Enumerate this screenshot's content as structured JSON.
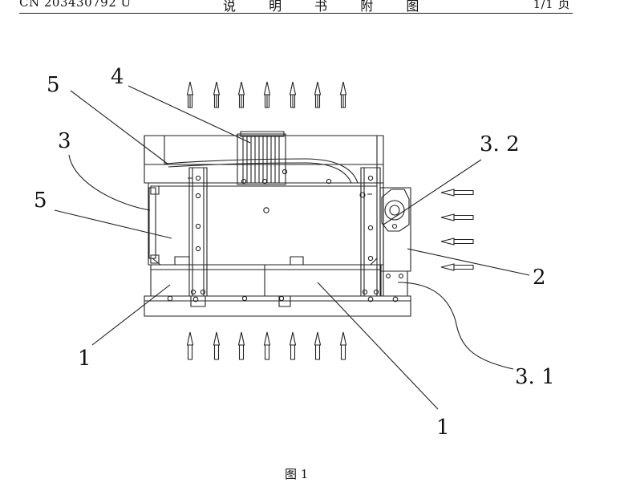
{
  "header": {
    "doc_number": "CN 203430792 U",
    "section_title": "说 明 书 附 图",
    "page": "1/1 页"
  },
  "figure": {
    "caption": "图 1",
    "labels": {
      "five_top": "5",
      "four": "4",
      "three": "3",
      "five_mid": "5",
      "three_two": "3. 2",
      "two": "2",
      "three_one": "3. 1",
      "one_left": "1",
      "one_bottom": "1"
    }
  }
}
